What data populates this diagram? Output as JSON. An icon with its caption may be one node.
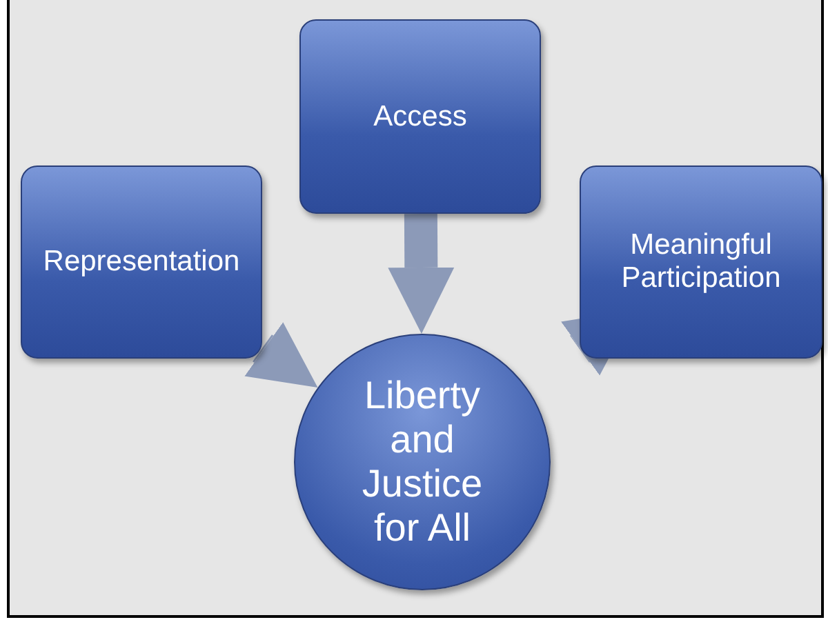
{
  "diagram": {
    "nodes": [
      {
        "text": [
          "Access"
        ]
      },
      {
        "text": [
          "Representation"
        ]
      },
      {
        "text": [
          "Meaningful Participation"
        ]
      },
      {
        "text": [
          "Liberty and Justice for All"
        ]
      }
    ],
    "edges": [
      {
        "from": 0,
        "to": 3,
        "arrow": "to"
      },
      {
        "from": 1,
        "to": 3,
        "arrow": "to"
      },
      {
        "from": 2,
        "to": 3,
        "arrow": "to"
      }
    ]
  }
}
